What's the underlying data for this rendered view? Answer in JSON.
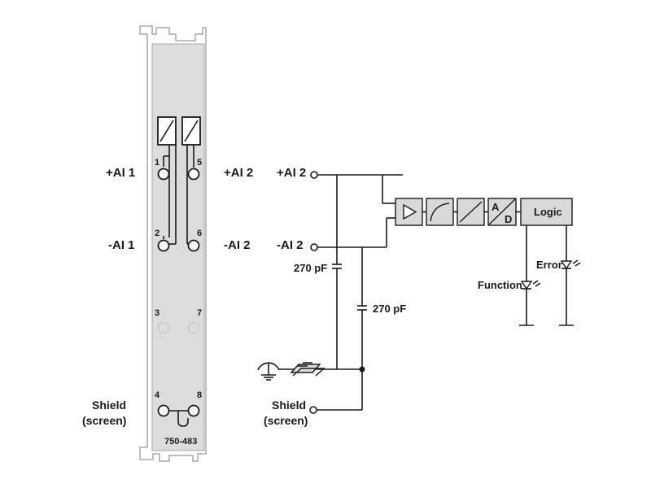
{
  "module_terminals": {
    "pin1": "1",
    "pin2": "2",
    "pin3": "3",
    "pin4": "4",
    "pin5": "5",
    "pin6": "6",
    "pin7": "7",
    "pin8": "8"
  },
  "module_labels": {
    "ai1_pos": "+AI 1",
    "ai1_neg": "-AI 1",
    "ai2_pos": "+AI 2",
    "ai2_neg": "-AI 2",
    "shield_line1": "Shield",
    "shield_line2": "(screen)",
    "model_number": "750-483"
  },
  "circuit_labels": {
    "ai2_pos": "+AI 2",
    "ai2_neg": "-AI 2",
    "cap1": "270 pF",
    "cap2": "270 pF",
    "shield_line1": "Shield",
    "shield_line2": "(screen)",
    "adc_top": "A",
    "adc_bottom": "D",
    "logic": "Logic",
    "function_led": "Function",
    "error_led": "Error"
  },
  "colors": {
    "module_fill": "#dcdcdc",
    "module_stroke": "#a8a8a8",
    "block_fill": "#d9d9d9",
    "line": "#1a1a1a"
  }
}
